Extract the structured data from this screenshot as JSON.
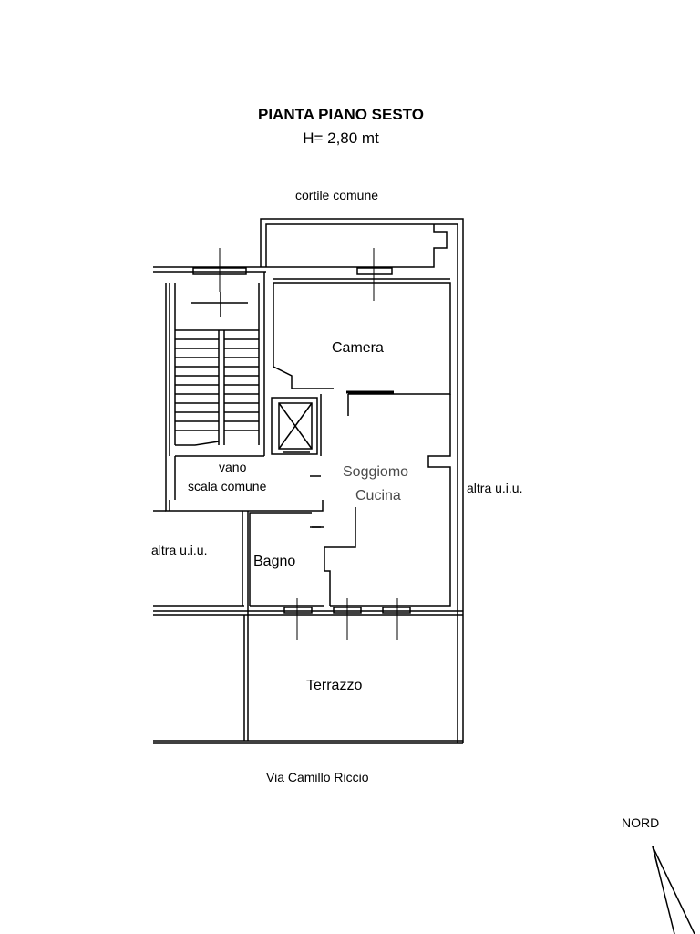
{
  "title": {
    "line1": "PIANTA PIANO SESTO",
    "line2": "H= 2,80 mt"
  },
  "context": {
    "top": "cortile comune",
    "bottom": "Via Camillo Riccio",
    "right": "altra u.i.u.",
    "left": "altra u.i.u."
  },
  "rooms": {
    "camera": "Camera",
    "soggiorno_line1": "Soggiomo",
    "soggiorno_line2": "Cucina",
    "bagno": "Bagno",
    "terrazzo": "Terrazzo",
    "vano_line1": "vano",
    "vano_line2": "scala comune"
  },
  "compass": {
    "label": "NORD"
  },
  "colors": {
    "line": "#000000",
    "soggiorno_text": "#4a4a4a",
    "background": "#ffffff"
  }
}
